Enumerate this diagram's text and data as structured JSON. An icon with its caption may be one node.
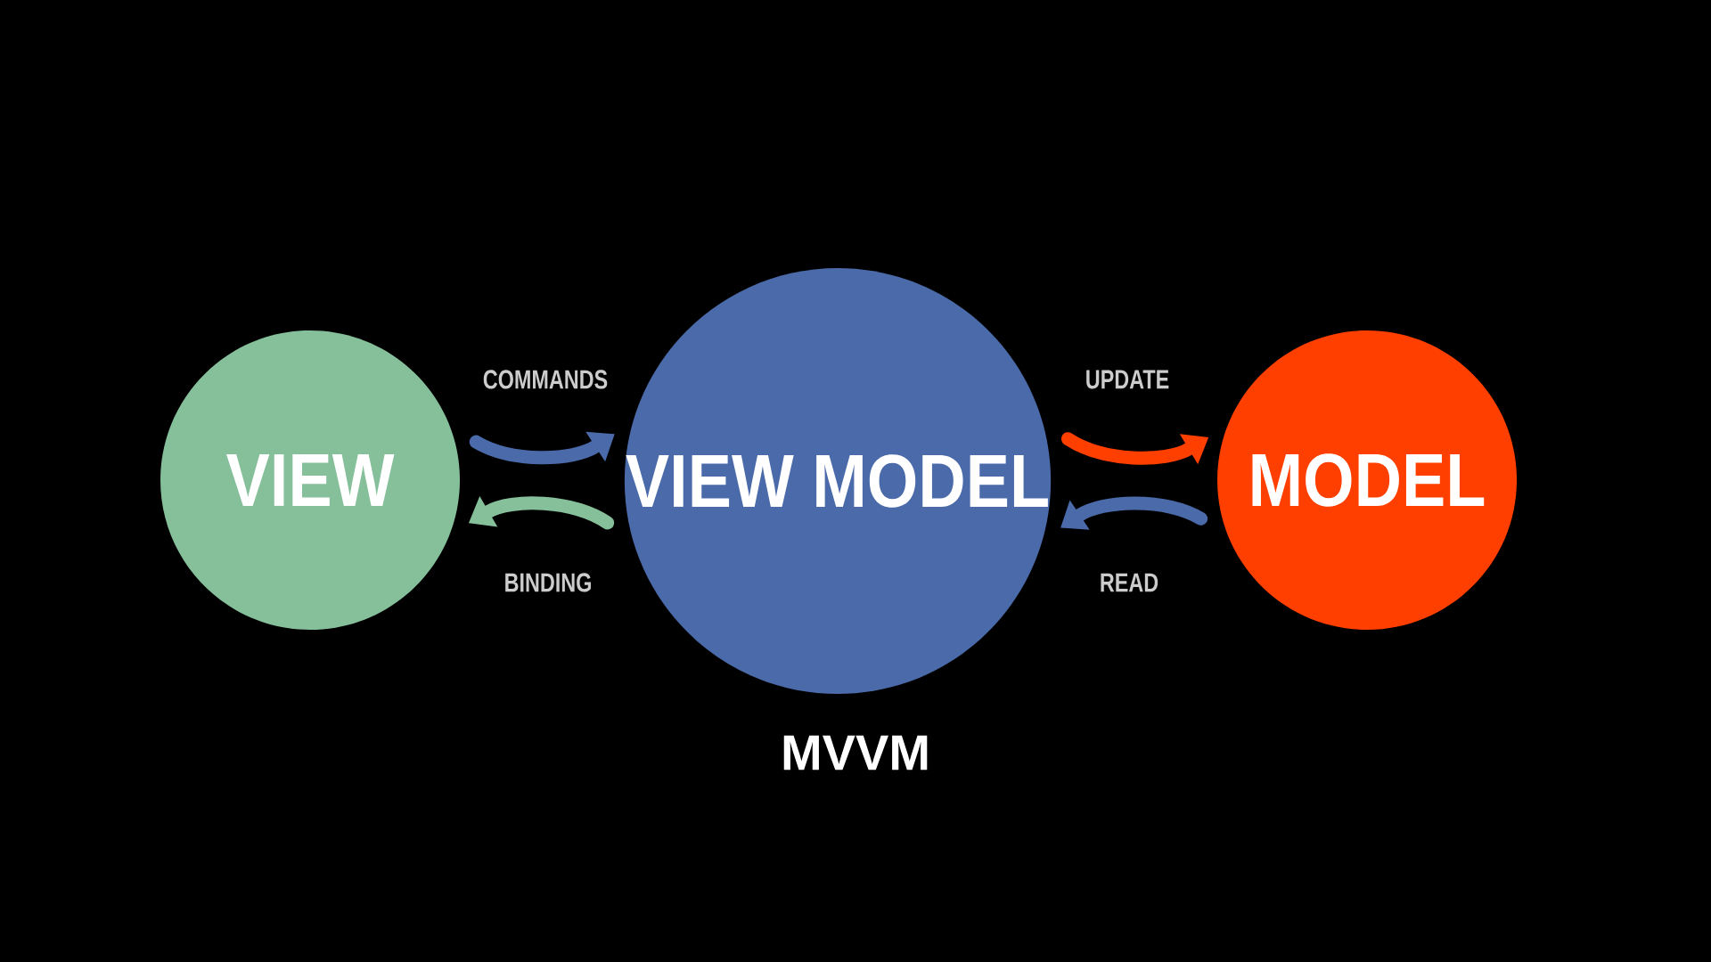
{
  "diagram": {
    "caption": "MVVM",
    "nodes": [
      {
        "text": [
          "VIEW"
        ]
      },
      {
        "text": [
          "VIEW MODEL"
        ]
      },
      {
        "text": [
          "MODEL"
        ]
      }
    ],
    "edges": [
      {
        "from": 0,
        "to": 1,
        "arrow": "to",
        "label": "COMMANDS",
        "color": "#4a6aaa"
      },
      {
        "from": 1,
        "to": 0,
        "arrow": "to",
        "label": "BINDING",
        "color": "#86c09b"
      },
      {
        "from": 1,
        "to": 2,
        "arrow": "to",
        "label": "UPDATE",
        "color": "#fe3f00"
      },
      {
        "from": 2,
        "to": 1,
        "arrow": "to",
        "label": "READ",
        "color": "#4a6aaa"
      }
    ]
  }
}
